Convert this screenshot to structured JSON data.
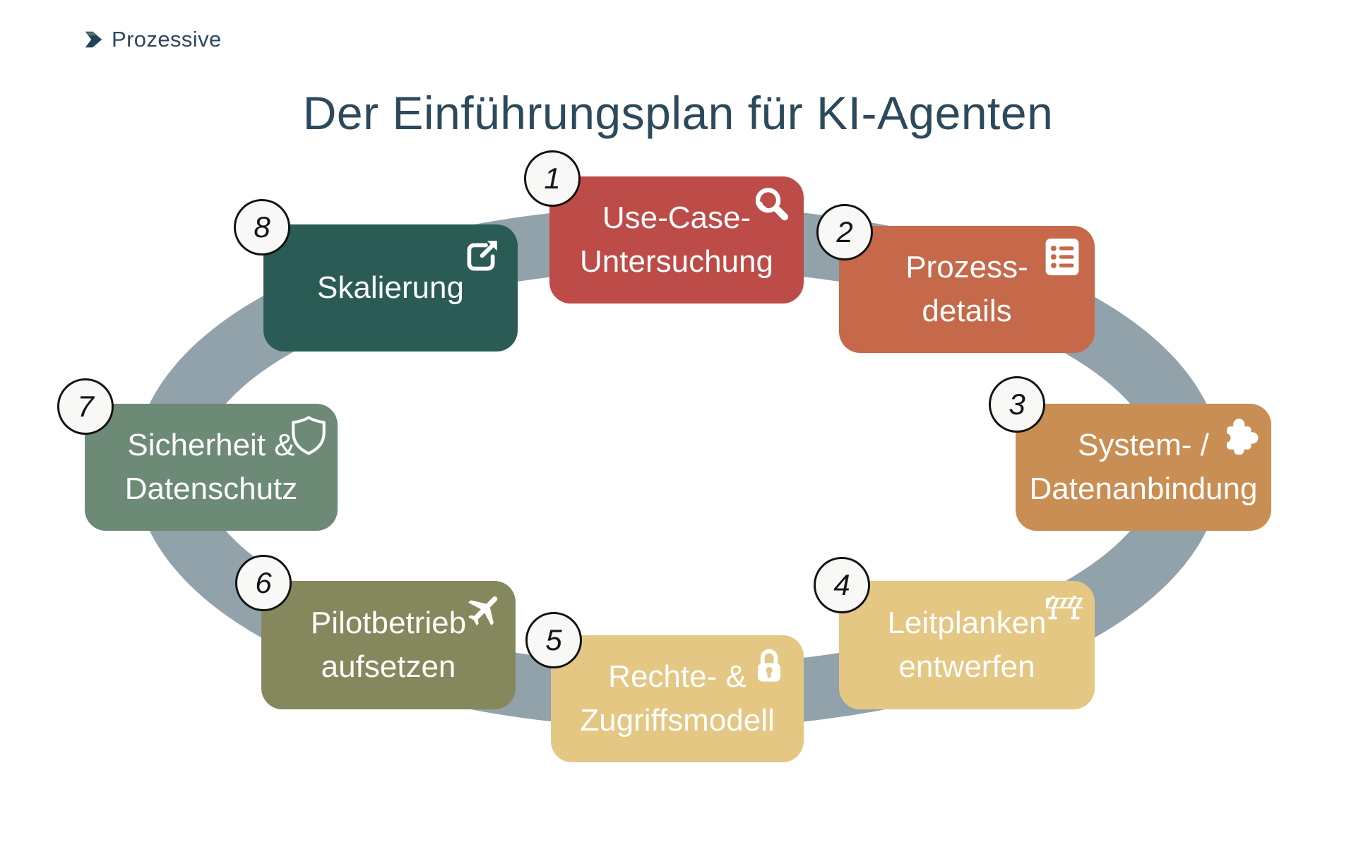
{
  "logo": {
    "text": "Prozessive",
    "icon": "chevron-right-icon"
  },
  "title": "Der Einführungsplan für KI-Agenten",
  "ring": {
    "color": "#91a2ab"
  },
  "steps": [
    {
      "number": "1",
      "line1": "Use-Case-",
      "line2": "Untersuchung",
      "color": "#bd4b47",
      "icon": "magnifier-icon"
    },
    {
      "number": "2",
      "line1": "Prozess-",
      "line2": "details",
      "color": "#c5694a",
      "icon": "list-icon"
    },
    {
      "number": "3",
      "line1": "System- /",
      "line2": "Datenanbindung",
      "color": "#c98e53",
      "icon": "puzzle-icon"
    },
    {
      "number": "4",
      "line1": "Leitplanken",
      "line2": "entwerfen",
      "color": "#e3c783",
      "icon": "barrier-icon"
    },
    {
      "number": "5",
      "line1": "Rechte- &",
      "line2": "Zugriffsmodell",
      "color": "#e3c783",
      "icon": "lock-icon"
    },
    {
      "number": "6",
      "line1": "Pilotbetrieb",
      "line2": "aufsetzen",
      "color": "#85885c",
      "icon": "plane-icon"
    },
    {
      "number": "7",
      "line1": "Sicherheit &",
      "line2": "Datenschutz",
      "color": "#6d8a77",
      "icon": "shield-icon"
    },
    {
      "number": "8",
      "line1": "Skalierung",
      "line2": "",
      "color": "#2a5b54",
      "icon": "external-link-icon"
    }
  ]
}
